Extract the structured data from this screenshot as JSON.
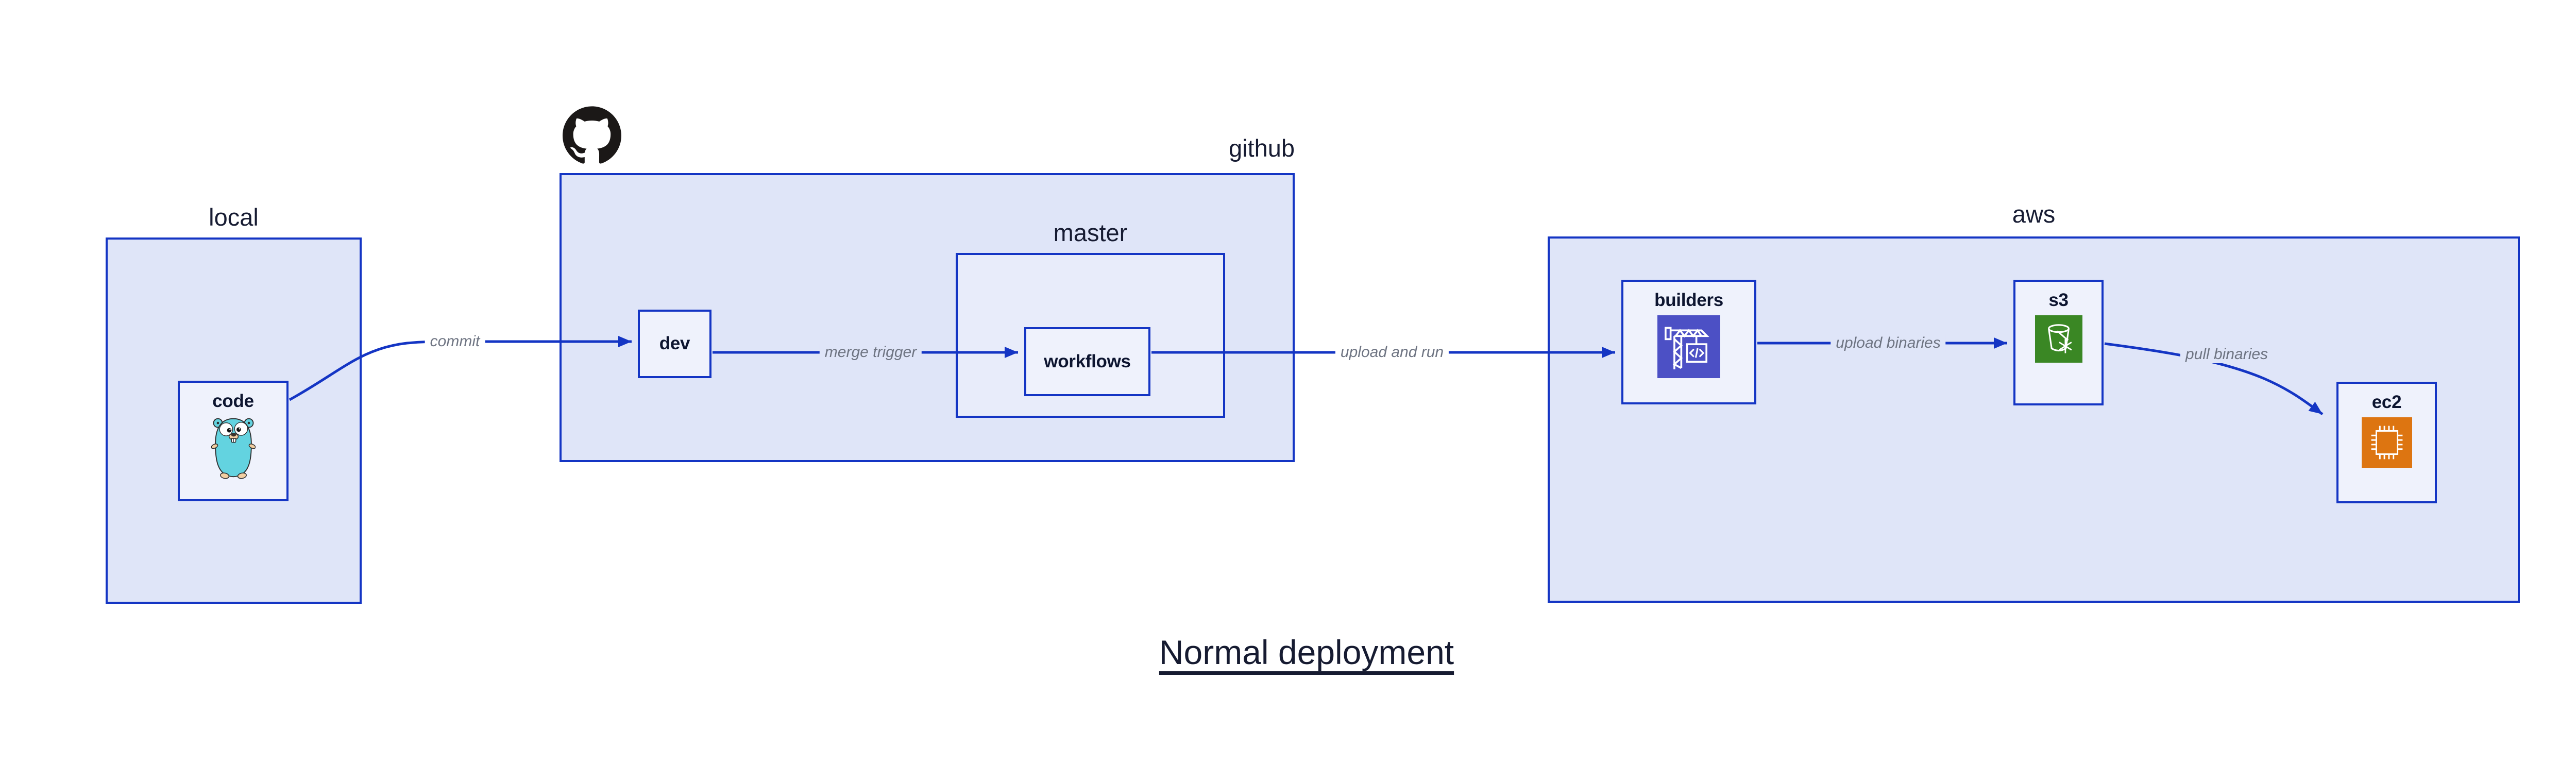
{
  "diagram_title": "Normal deployment",
  "containers": {
    "local": {
      "label": "local"
    },
    "github": {
      "label": "github"
    },
    "master": {
      "label": "master"
    },
    "aws": {
      "label": "aws"
    }
  },
  "nodes": {
    "code": {
      "label": "code",
      "icon": "go-gopher"
    },
    "dev": {
      "label": "dev"
    },
    "workflows": {
      "label": "workflows"
    },
    "builders": {
      "label": "builders",
      "icon": "aws-codebuild-crane"
    },
    "s3": {
      "label": "s3",
      "icon": "aws-s3-bucket"
    },
    "ec2": {
      "label": "ec2",
      "icon": "aws-ec2-chip"
    }
  },
  "edges": {
    "commit": {
      "label": "commit",
      "from": "code",
      "to": "dev"
    },
    "merge_trigger": {
      "label": "merge trigger",
      "from": "dev",
      "to": "workflows"
    },
    "upload_and_run": {
      "label": "upload and run",
      "from": "workflows",
      "to": "builders"
    },
    "upload_binaries": {
      "label": "upload binaries",
      "from": "builders",
      "to": "s3"
    },
    "pull_binaries": {
      "label": "pull binaries",
      "from": "s3",
      "to": "ec2"
    }
  },
  "colors": {
    "canvas_bg": "#ffffff",
    "edge_blue": "#1435c4",
    "box_border": "#1435c4",
    "container_fill": "#dfe5f8",
    "master_fill": "#e8ecfa",
    "node_fill": "#eff2fc",
    "container_label": "#171c33",
    "node_label": "#0d1530",
    "edge_label": "#6e7482",
    "title": "#161b31",
    "github_logo": "#1b1817",
    "gopher_body": "#63d3e0",
    "gopher_skin": "#f2cfa2",
    "builders_icon": "#4c50c5",
    "s3_icon": "#3a8724",
    "ec2_icon": "#dd7511"
  }
}
